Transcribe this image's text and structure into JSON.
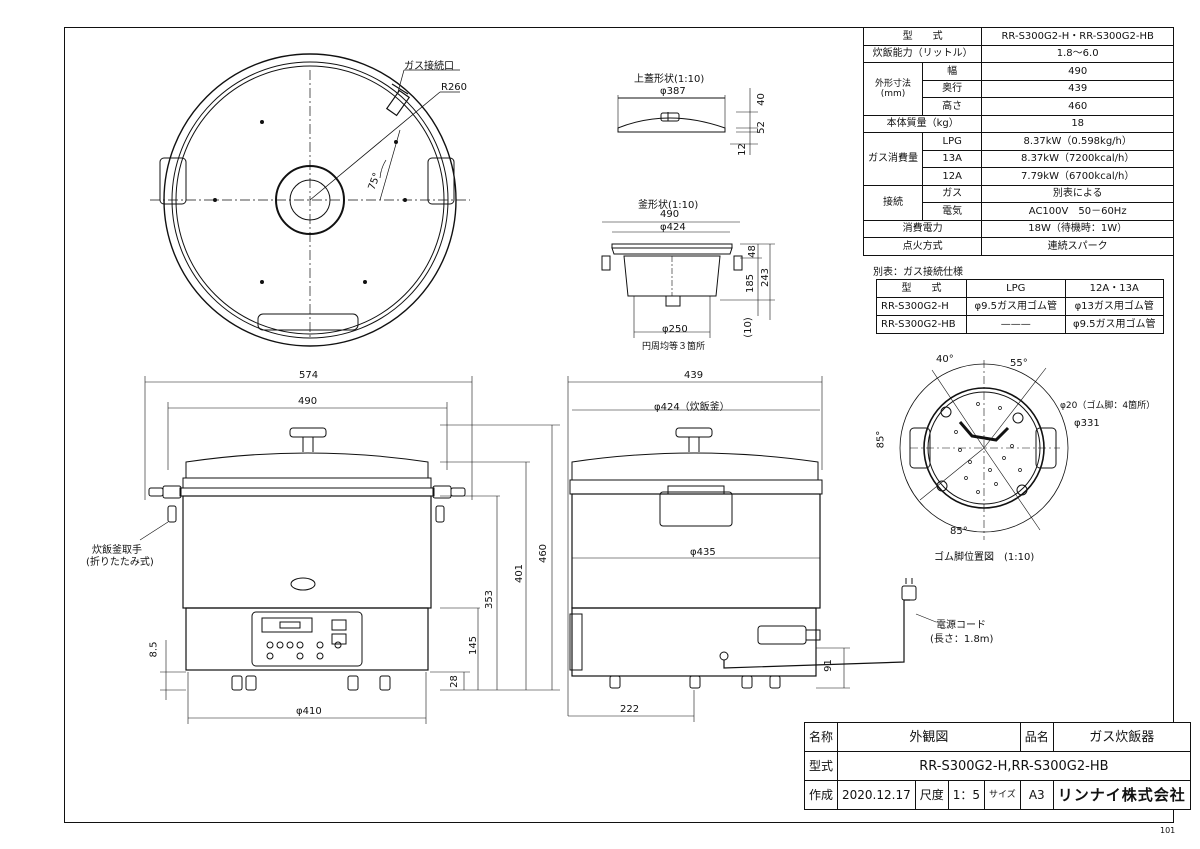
{
  "spec_table": {
    "model_label": "型　　式",
    "model_value": "RR-S300G2-H・RR-S300G2-HB",
    "capacity_label": "炊飯能力（リットル）",
    "capacity_value": "1.8～6.0",
    "dims_label": "外形寸法(mm)",
    "width_label": "幅",
    "width_value": "490",
    "depth_label": "奥行",
    "depth_value": "439",
    "height_label": "高さ",
    "height_value": "460",
    "mass_label": "本体質量（kg）",
    "mass_value": "18",
    "gas_consumption_label": "ガス消費量",
    "gas_rows": [
      {
        "type": "LPG",
        "value": "8.37kW（0.598kg/h）"
      },
      {
        "type": "13A",
        "value": "8.37kW（7200kcal/h）"
      },
      {
        "type": "12A",
        "value": "7.79kW（6700kcal/h）"
      }
    ],
    "connection_label": "接続",
    "gas_conn_label": "ガス",
    "gas_conn_value": "別表による",
    "elec_conn_label": "電気",
    "elec_conn_value": "AC100V　50－60Hz",
    "power_label": "消費電力",
    "power_value": "18W（待機時：1W）",
    "ignition_label": "点火方式",
    "ignition_value": "連続スパーク"
  },
  "gas_table": {
    "title": "別表：ガス接続仕様",
    "header_model": "型　　式",
    "header_lpg": "LPG",
    "header_city": "12A・13A",
    "rows": [
      {
        "model": "RR-S300G2-H",
        "lpg": "φ9.5ガス用ゴム管",
        "city": "φ13ガス用ゴム管"
      },
      {
        "model": "RR-S300G2-HB",
        "lpg": "———",
        "city": "φ9.5ガス用ゴム管"
      }
    ]
  },
  "title_block": {
    "name_label": "名称",
    "name_value": "外観図",
    "product_label": "品名",
    "product_value": "ガス炊飯器",
    "model_label": "型式",
    "model_value": "RR-S300G2-H,RR-S300G2-HB",
    "created_label": "作成",
    "created_value": "2020.12.17",
    "scale_label": "尺度",
    "scale_value": "1：5",
    "size_label": "サイズ",
    "size_value": "A3",
    "maker": "リンナイ株式会社"
  },
  "sheet_number": "101",
  "top_view": {
    "gas_inlet_label": "ガス接続口",
    "radius_label": "R260",
    "angle_label": "75°"
  },
  "lid_view": {
    "title": "上蓋形状(1:10)",
    "dia_label": "φ387",
    "dim_40": "40",
    "dim_52": "52",
    "dim_12": "12"
  },
  "pot_view": {
    "title": "釜形状(1:10)",
    "width_label": "490",
    "dia_label": "φ424",
    "dim_48": "48",
    "dim_185": "185",
    "dim_243": "243",
    "bottom_dia": "φ250",
    "bottom_note": "円周均等３箇所",
    "dim_10": "(10)"
  },
  "front_view": {
    "w574": "574",
    "w490": "490",
    "h460": "460",
    "h401": "401",
    "h353": "353",
    "h145": "145",
    "h28": "28",
    "h8_5": "8.5",
    "base_dia": "φ410",
    "handle_label_1": "炊飯釜取手",
    "handle_label_2": "(折りたたみ式)"
  },
  "side_view": {
    "depth": "439",
    "pot_dia": "φ424（炊飯釜）",
    "body_dia": "φ435",
    "dim_222": "222",
    "dim_91": "91",
    "cord_label_1": "電源コード",
    "cord_label_2": "(長さ：1.8m)"
  },
  "foot_view": {
    "title": "ゴム脚位置図　(1:10)",
    "angle_40": "40°",
    "angle_55": "55°",
    "angle_85a": "85°",
    "angle_85b": "85°",
    "foot_note": "φ20（ゴム脚：4箇所）",
    "dia": "φ331"
  }
}
